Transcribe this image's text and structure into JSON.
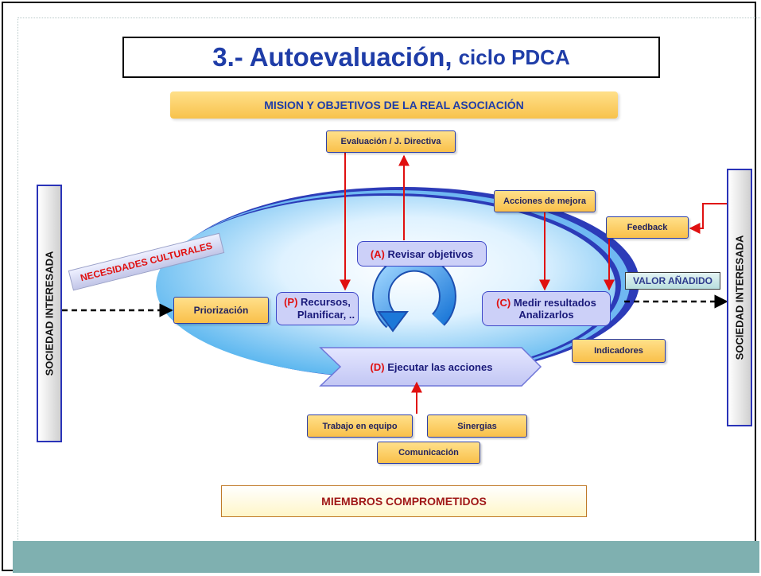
{
  "title": {
    "main": "3.- Autoevaluación,",
    "sub": "ciclo PDCA"
  },
  "mision": "MISION Y OBJETIVOS DE LA REAL ASOCIACIÓN",
  "evaluacion": "Evaluación / J. Directiva",
  "acciones_mejora": "Acciones de mejora",
  "feedback": "Feedback",
  "valor_anadido": "VALOR AÑADIDO",
  "sociedad_left": "SOCIEDAD INTERESADA",
  "sociedad_right": "SOCIEDAD INTERESADA",
  "necesidades": "NECESIDADES CULTURALES",
  "priorizacion": "Priorización",
  "plan": {
    "letter": "(P)",
    "line1": "Recursos,",
    "line2": "Planificar, .."
  },
  "act": {
    "letter": "(A)",
    "text": "Revisar objetivos"
  },
  "check": {
    "letter": "(C)",
    "line1": "Medir resultados",
    "line2": "Analizarlos"
  },
  "do": {
    "letter": "(D)",
    "text": "Ejecutar las acciones"
  },
  "indicadores": "Indicadores",
  "trabajo_equipo": "Trabajo en equipo",
  "sinergias": "Sinergias",
  "comunicacion": "Comunicación",
  "miembros": "MIEMBROS COMPROMETIDOS",
  "colors": {
    "title_blue": "#1f3da8",
    "box_yellow": "#f9c04a",
    "box_purple": "#ccd0f8",
    "arrow_red": "#e01010",
    "band_teal": "#7fb0b0"
  }
}
